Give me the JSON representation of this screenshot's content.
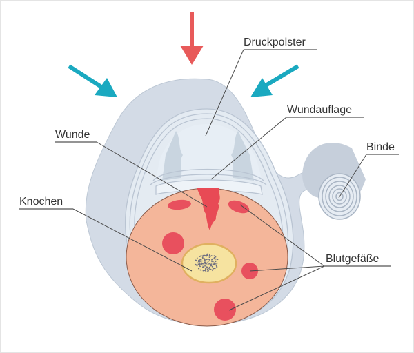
{
  "title": "Druckverband – Querschnitt",
  "labels": {
    "druckpolster": "Druckpolster",
    "wundauflage": "Wundauflage",
    "binde": "Binde",
    "wunde": "Wunde",
    "knochen": "Knochen",
    "blutgefaesse": "Blutgefäße"
  },
  "arrows": [
    {
      "name": "pressure-arrow-top",
      "color": "#e85a5a",
      "direction": "down"
    },
    {
      "name": "pressure-arrow-left",
      "color": "#1aa9c0",
      "direction": "down-right"
    },
    {
      "name": "pressure-arrow-right",
      "color": "#1aa9c0",
      "direction": "down-left"
    }
  ],
  "colors": {
    "bandage": "#d3dbe6",
    "bandage_edge": "#b9c4d2",
    "pad": "#e6edf4",
    "pad_shadow": "#c7d3df",
    "tissue": "#f4b69a",
    "tissue_edge": "#8a5a48",
    "vessel": "#e8505e",
    "wound": "#e84a55",
    "bone": "#f6e3a0",
    "bone_edge": "#e0b060",
    "marrow_dots": "#707080",
    "text": "#333333"
  }
}
